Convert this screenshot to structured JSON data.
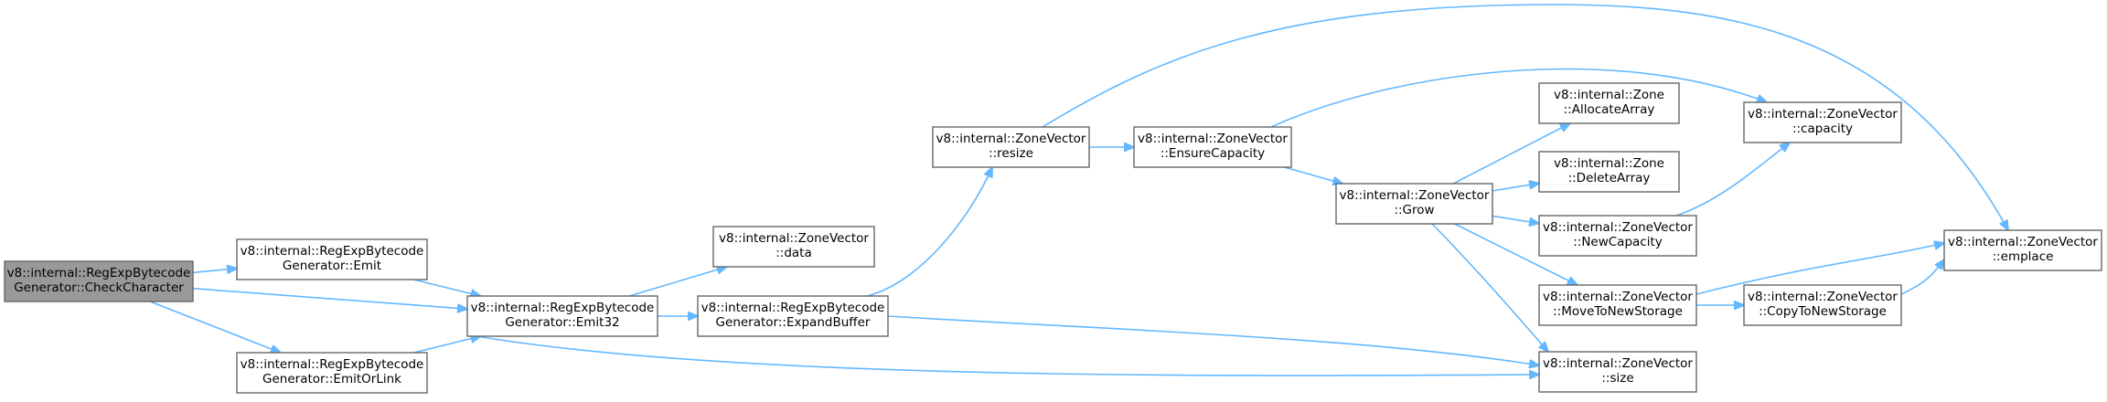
{
  "graph": {
    "nodes": [
      {
        "id": "checkcharacter",
        "lines": [
          "v8::internal::RegExpBytecode",
          "Generator::CheckCharacter"
        ],
        "root": true
      },
      {
        "id": "emit",
        "lines": [
          "v8::internal::RegExpBytecode",
          "Generator::Emit"
        ]
      },
      {
        "id": "emitorlink",
        "lines": [
          "v8::internal::RegExpBytecode",
          "Generator::EmitOrLink"
        ]
      },
      {
        "id": "emit32",
        "lines": [
          "v8::internal::RegExpBytecode",
          "Generator::Emit32"
        ]
      },
      {
        "id": "data",
        "lines": [
          "v8::internal::ZoneVector",
          "::data"
        ]
      },
      {
        "id": "expandbuffer",
        "lines": [
          "v8::internal::RegExpBytecode",
          "Generator::ExpandBuffer"
        ]
      },
      {
        "id": "resize",
        "lines": [
          "v8::internal::ZoneVector",
          "::resize"
        ]
      },
      {
        "id": "ensurecapacity",
        "lines": [
          "v8::internal::ZoneVector",
          "::EnsureCapacity"
        ]
      },
      {
        "id": "grow",
        "lines": [
          "v8::internal::ZoneVector",
          "::Grow"
        ]
      },
      {
        "id": "allocatearray",
        "lines": [
          "v8::internal::Zone",
          "::AllocateArray"
        ]
      },
      {
        "id": "deletearray",
        "lines": [
          "v8::internal::Zone",
          "::DeleteArray"
        ]
      },
      {
        "id": "newcapacity",
        "lines": [
          "v8::internal::ZoneVector",
          "::NewCapacity"
        ]
      },
      {
        "id": "movetonewstorage",
        "lines": [
          "v8::internal::ZoneVector",
          "::MoveToNewStorage"
        ]
      },
      {
        "id": "size",
        "lines": [
          "v8::internal::ZoneVector",
          "::size"
        ]
      },
      {
        "id": "capacity",
        "lines": [
          "v8::internal::ZoneVector",
          "::capacity"
        ]
      },
      {
        "id": "copytonewstorage",
        "lines": [
          "v8::internal::ZoneVector",
          "::CopyToNewStorage"
        ]
      },
      {
        "id": "emplace",
        "lines": [
          "v8::internal::ZoneVector",
          "::emplace"
        ]
      }
    ],
    "edges": [
      [
        "checkcharacter",
        "emit"
      ],
      [
        "checkcharacter",
        "emit32"
      ],
      [
        "checkcharacter",
        "emitorlink"
      ],
      [
        "emit",
        "emit32"
      ],
      [
        "emitorlink",
        "emit32"
      ],
      [
        "emit32",
        "data"
      ],
      [
        "emit32",
        "expandbuffer"
      ],
      [
        "emit32",
        "size"
      ],
      [
        "expandbuffer",
        "resize"
      ],
      [
        "expandbuffer",
        "size"
      ],
      [
        "resize",
        "ensurecapacity"
      ],
      [
        "resize",
        "emplace"
      ],
      [
        "ensurecapacity",
        "capacity"
      ],
      [
        "ensurecapacity",
        "grow"
      ],
      [
        "grow",
        "allocatearray"
      ],
      [
        "grow",
        "deletearray"
      ],
      [
        "grow",
        "newcapacity"
      ],
      [
        "grow",
        "movetonewstorage"
      ],
      [
        "grow",
        "size"
      ],
      [
        "newcapacity",
        "capacity"
      ],
      [
        "movetonewstorage",
        "copytonewstorage"
      ],
      [
        "movetonewstorage",
        "emplace"
      ],
      [
        "copytonewstorage",
        "emplace"
      ]
    ]
  }
}
